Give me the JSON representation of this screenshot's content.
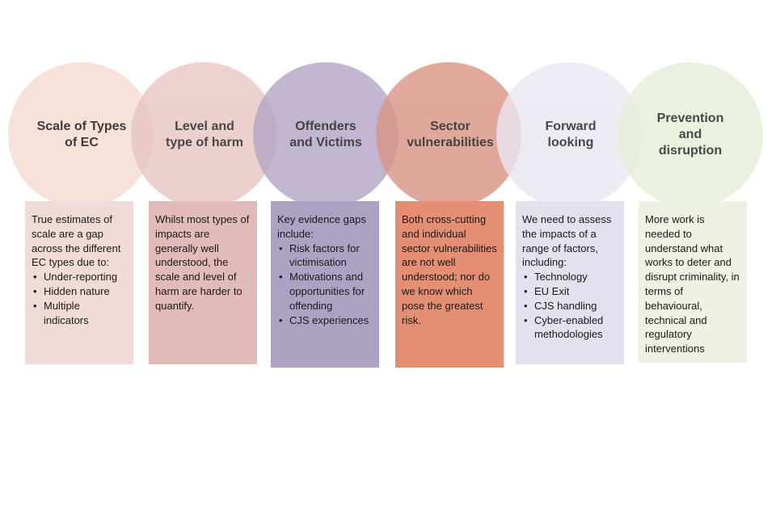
{
  "stages": [
    {
      "title": "Scale of Types\nof EC",
      "circle_color": "#f6ddd4",
      "box_color": "#f0dbd9",
      "intro": "True estimates of scale are a gap across the different EC types due to:",
      "bullets": [
        "Under-reporting",
        "Hidden nature",
        "Multiple indicators"
      ]
    },
    {
      "title": "Level and\ntype of harm",
      "circle_color": "#e8c5c3",
      "box_color": "#e0bbb9",
      "intro": "Whilst most types of impacts are generally well understood, the scale and level of harm are harder to quantify.",
      "bullets": []
    },
    {
      "title": "Offenders\nand Victims",
      "circle_color": "#b4a6c6",
      "box_color": "#ada2c4",
      "intro": "Key evidence gaps include:",
      "bullets": [
        "Risk factors for victimisation",
        "Motivations and opportunities for offending",
        "CJS experiences"
      ]
    },
    {
      "title": "Sector\nvulnerabilities",
      "circle_color": "#d99686",
      "box_color": "#e48e74",
      "intro": "Both cross-cutting and individual sector vulnerabilities are not well understood; nor do we know which pose the greatest risk.",
      "bullets": []
    },
    {
      "title": "Forward\nlooking",
      "circle_color": "#ebe6f2",
      "box_color": "#e5e0ed",
      "intro": "We need to assess the impacts of a range of factors, including:",
      "bullets": [
        "Technology",
        "EU Exit",
        "CJS handling",
        "Cyber-enabled methodologies"
      ]
    },
    {
      "title": "Prevention\nand\ndisruption",
      "circle_color": "#e6eed8",
      "box_color": "#edf2e4",
      "intro": "More work is needed to understand what works to deter and disrupt criminality, in terms of behavioural, technical and regulatory interventions",
      "bullets": []
    }
  ]
}
